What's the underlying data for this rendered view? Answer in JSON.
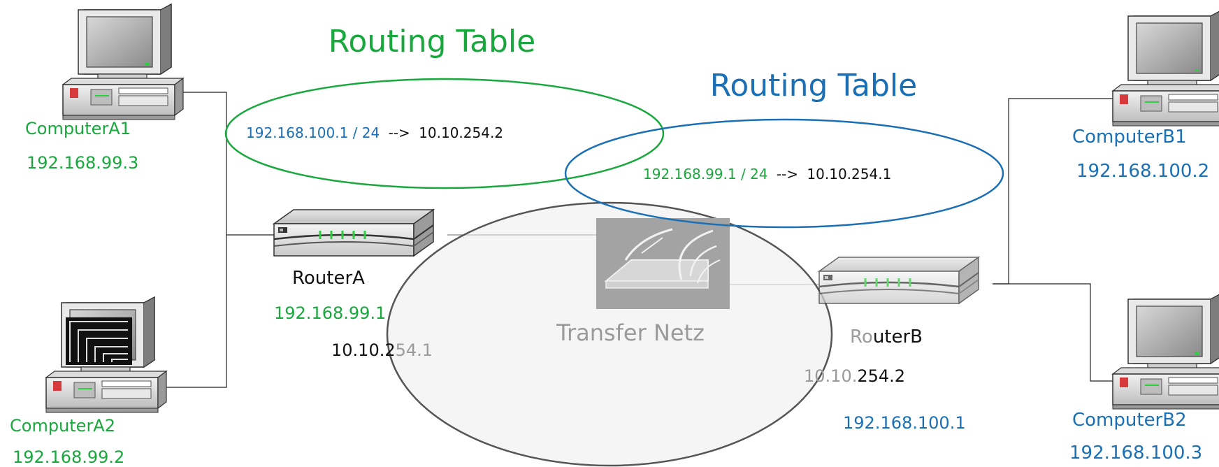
{
  "colors": {
    "site_a": "#19a83d",
    "site_b": "#1a6fb5",
    "transfer": "#9a9a9a",
    "text": "#111111"
  },
  "routing_tables": {
    "a": {
      "title": "Routing Table",
      "route_network": "192.168.100.1 / 24",
      "route_arrow": "-->",
      "route_gateway": "10.10.254.2"
    },
    "b": {
      "title": "Routing Table",
      "route_network": "192.168.99.1 / 24",
      "route_arrow": "-->",
      "route_gateway": "10.10.254.1"
    }
  },
  "computers": {
    "a1": {
      "name": "ComputerA1",
      "ip": "192.168.99.3",
      "icon": "desktop-computer-icon"
    },
    "a2": {
      "name": "ComputerA2",
      "ip": "192.168.99.2",
      "icon": "desktop-computer-icon"
    },
    "b1": {
      "name": "ComputerB1",
      "ip": "192.168.100.2",
      "icon": "desktop-computer-icon"
    },
    "b2": {
      "name": "ComputerB2",
      "ip": "192.168.100.3",
      "icon": "desktop-computer-icon"
    }
  },
  "routers": {
    "a": {
      "name": "RouterA",
      "lan_ip": "192.168.99.1",
      "wan_ip_part1": "10.10.2",
      "wan_ip_part2": "54.1",
      "icon": "router-icon"
    },
    "b": {
      "name": "RouterB",
      "name_part1": "Ro",
      "name_part2": "uterB",
      "lan_ip": "192.168.100.1",
      "wan_ip_part1": "10.10.",
      "wan_ip_part2": "254.2",
      "icon": "router-icon"
    }
  },
  "transfer_net": {
    "label": "Transfer Netz",
    "icon": "network-cloud-icon"
  }
}
